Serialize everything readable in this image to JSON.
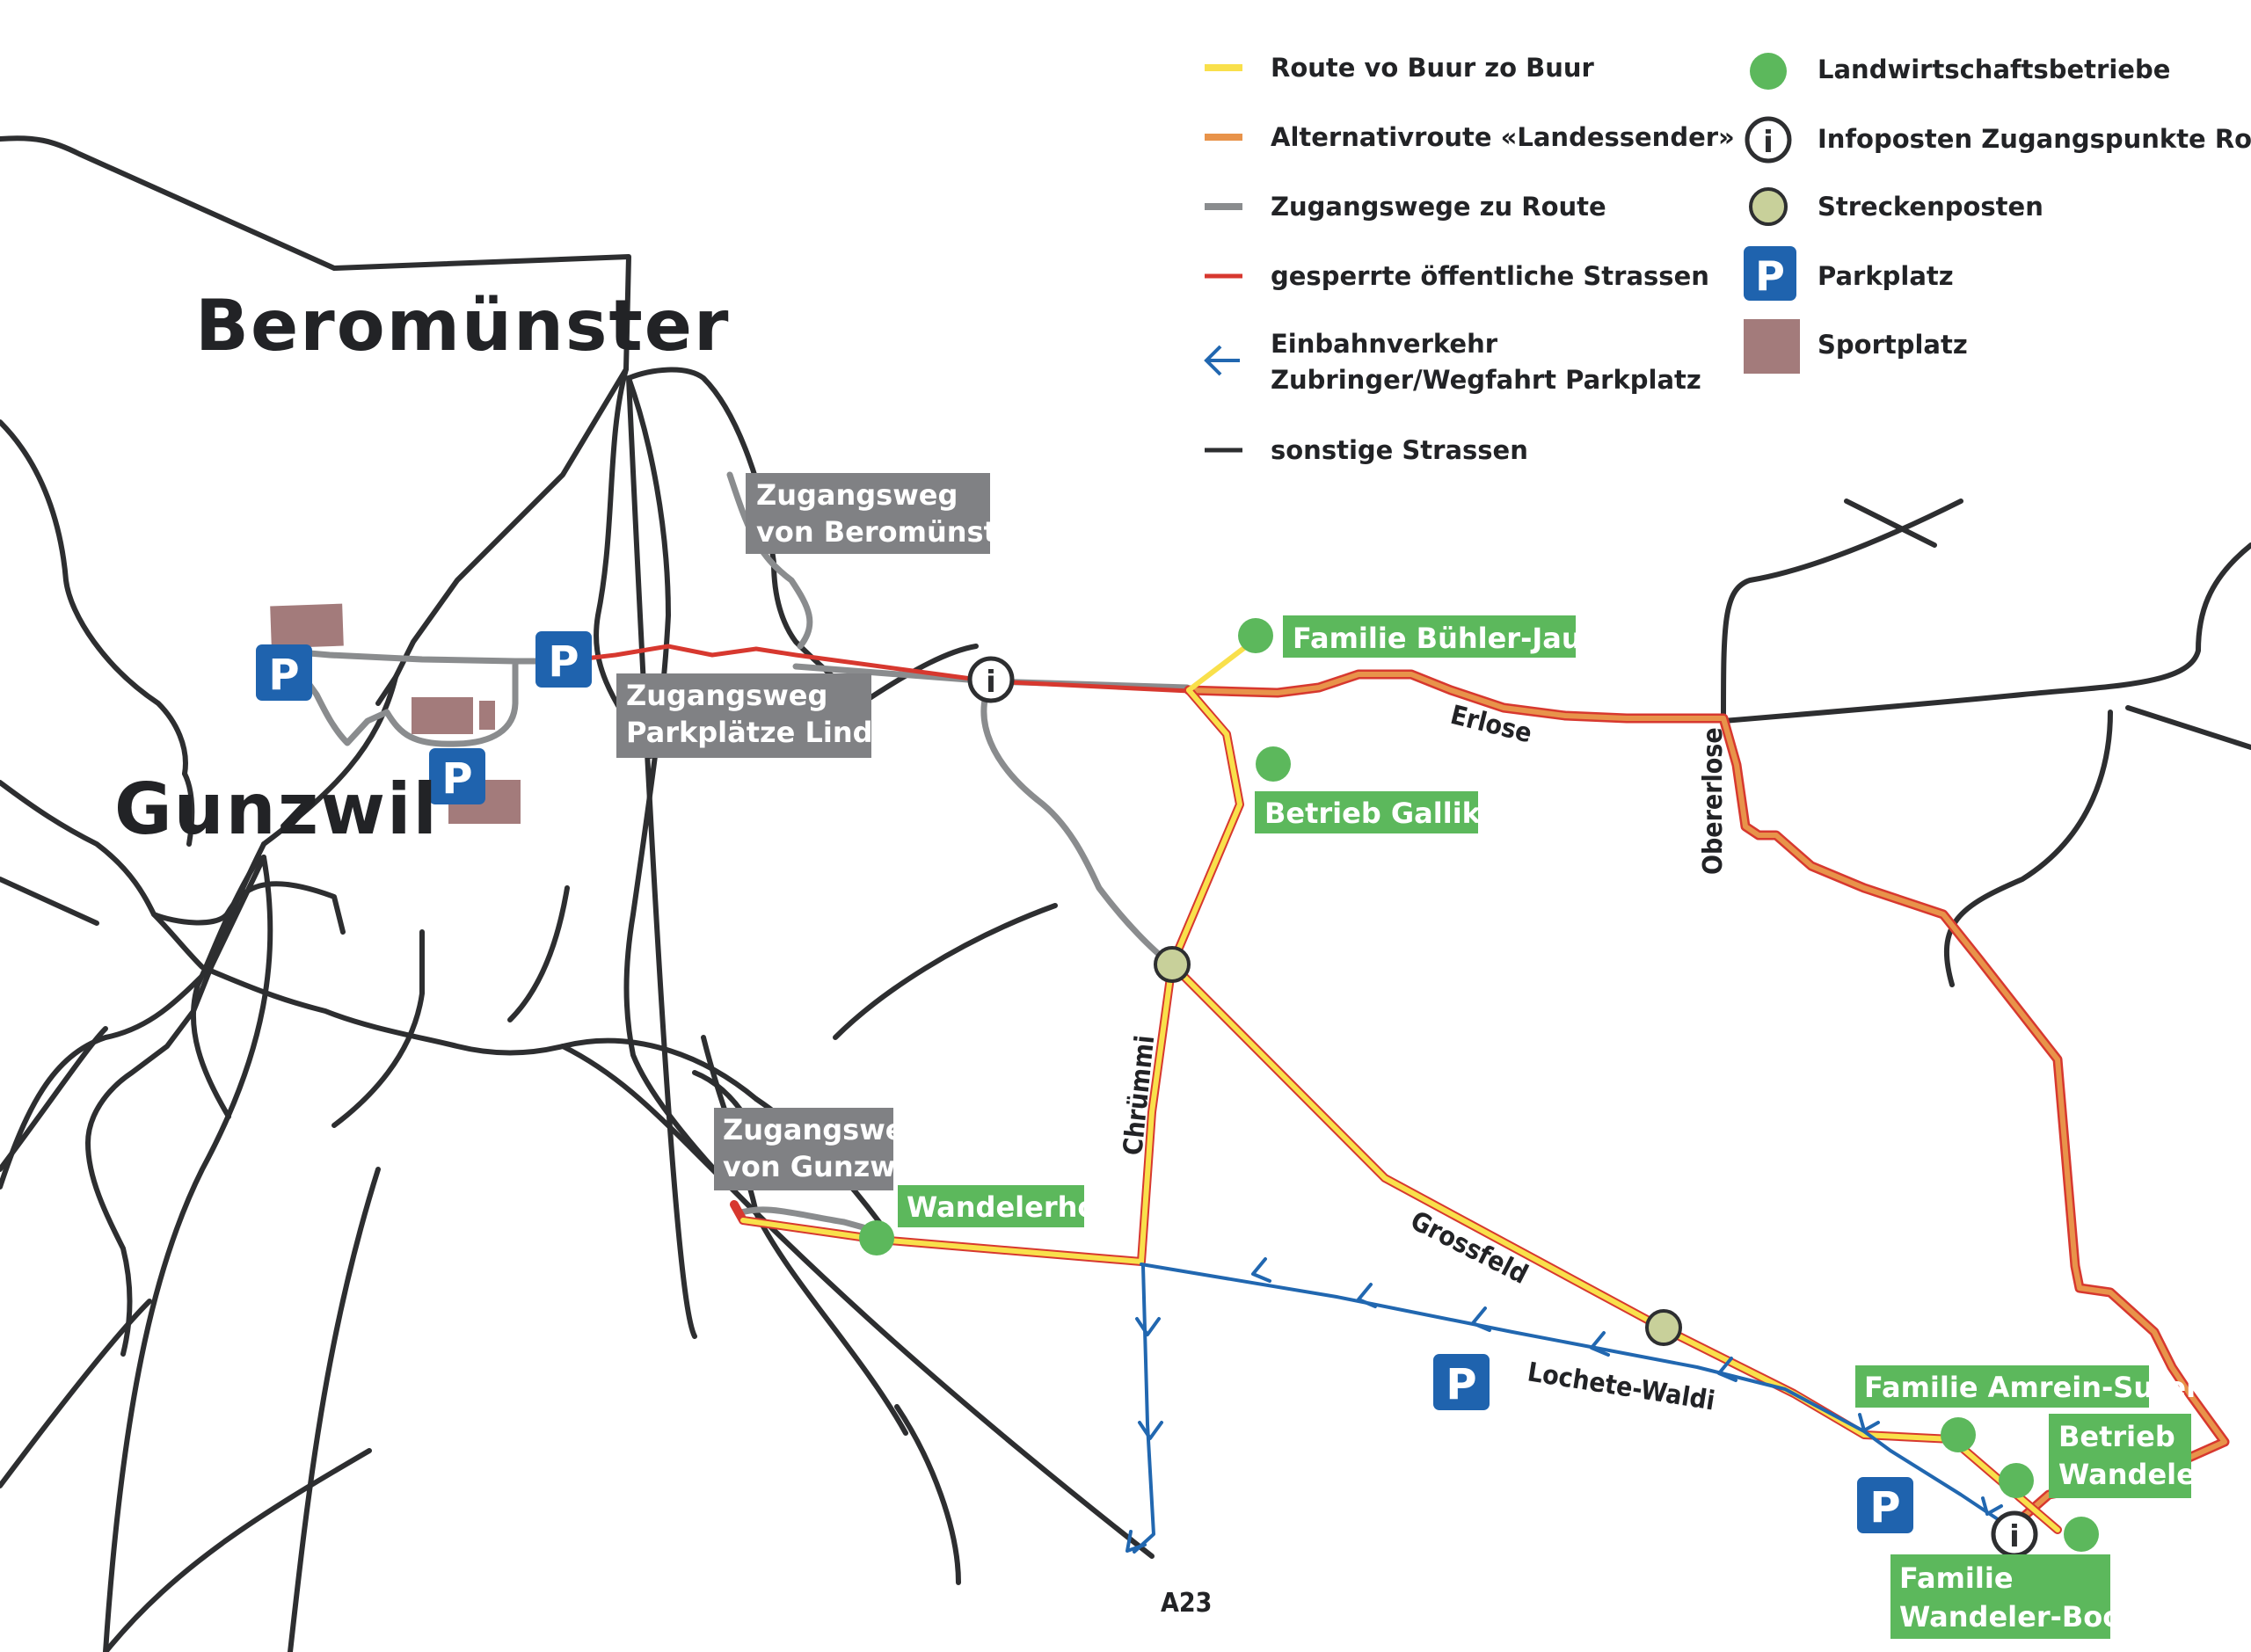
{
  "towns": {
    "beromuenster": "Beromünster",
    "gunzwil": "Gunzwil"
  },
  "roads": {
    "erlose": "Erlose",
    "obererlose": "Obererlose",
    "chruemmi": "Chrümmi",
    "grossfeld": "Grossfeld",
    "lochete_waldi": "Lochete-Waldi",
    "a23": "A23"
  },
  "access_labels": {
    "beromuenster_line1": "Zugangsweg",
    "beromuenster_line2": "von Beromünster",
    "linden_line1": "Zugangsweg",
    "linden_line2": "Parkplätze Linden",
    "gunzwil_line1": "Zugangsweg",
    "gunzwil_line2": "von Gunzwil"
  },
  "farms": {
    "buehler_jauch": "Familie Bühler-Jauch",
    "galliker": "Betrieb Galliker",
    "wandelerhof": "Wandelerhof",
    "amrein_suter": "Familie Amrein-Suter",
    "wandeler_line1": "Betrieb",
    "wandeler_line2": "Wandeler",
    "wandeler_boog_line1": "Familie",
    "wandeler_boog_line2": "Wandeler-Boog"
  },
  "parking_symbol": "P",
  "info_symbol": "i",
  "legend": {
    "route": "Route vo Buur zo Buur",
    "alt_route": "Alternativroute «Landessender»",
    "access": "Zugangswege zu Route",
    "closed": "gesperrte öffentliche Strassen",
    "oneway_line1": "Einbahnverkehr",
    "oneway_line2": "Zubringer/Wegfahrt Parkplatz",
    "other": "sonstige Strassen",
    "farms": "Landwirtschaftsbetriebe",
    "info": "Infoposten Zugangspunkte Route",
    "checkpoint": "Streckenposten",
    "parking": "Parkplatz",
    "sports": "Sportplatz"
  },
  "colors": {
    "route_yellow": "#f9e04b",
    "alt_orange": "#e8934a",
    "access_grey": "#8a8c8e",
    "closed_red": "#d7382f",
    "oneway_blue": "#2167b0",
    "road_dark": "#2d2e30",
    "farm_green": "#5cb85c",
    "checkpoint_olive": "#c8d09a",
    "parking_blue": "#1f63ae",
    "sports_brown": "#a37b7b",
    "tag_green": "#5cb85c",
    "tag_grey": "#808184"
  }
}
